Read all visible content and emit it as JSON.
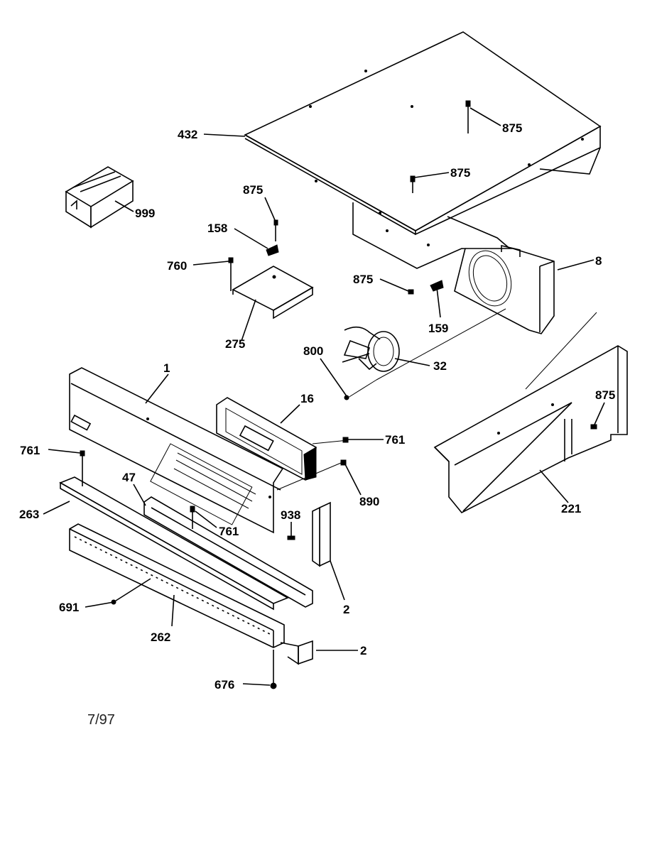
{
  "callouts": [
    {
      "id": "c432",
      "text": "432"
    },
    {
      "id": "c875a",
      "text": "875"
    },
    {
      "id": "c875b",
      "text": "875"
    },
    {
      "id": "c999",
      "text": "999"
    },
    {
      "id": "c875c",
      "text": "875"
    },
    {
      "id": "c158",
      "text": "158"
    },
    {
      "id": "c760",
      "text": "760"
    },
    {
      "id": "c8",
      "text": "8"
    },
    {
      "id": "c875d",
      "text": "875"
    },
    {
      "id": "c159",
      "text": "159"
    },
    {
      "id": "c275",
      "text": "275"
    },
    {
      "id": "c800",
      "text": "800"
    },
    {
      "id": "c32",
      "text": "32"
    },
    {
      "id": "c1",
      "text": "1"
    },
    {
      "id": "c16",
      "text": "16"
    },
    {
      "id": "c875e",
      "text": "875"
    },
    {
      "id": "c761a",
      "text": "761"
    },
    {
      "id": "c761b",
      "text": "761"
    },
    {
      "id": "c47",
      "text": "47"
    },
    {
      "id": "c890",
      "text": "890"
    },
    {
      "id": "c263",
      "text": "263"
    },
    {
      "id": "c938",
      "text": "938"
    },
    {
      "id": "c761c",
      "text": "761"
    },
    {
      "id": "c221",
      "text": "221"
    },
    {
      "id": "c2a",
      "text": "2"
    },
    {
      "id": "c691",
      "text": "691"
    },
    {
      "id": "c262",
      "text": "262"
    },
    {
      "id": "c2b",
      "text": "2"
    },
    {
      "id": "c676",
      "text": "676"
    }
  ],
  "footer": {
    "date": "7/97"
  }
}
